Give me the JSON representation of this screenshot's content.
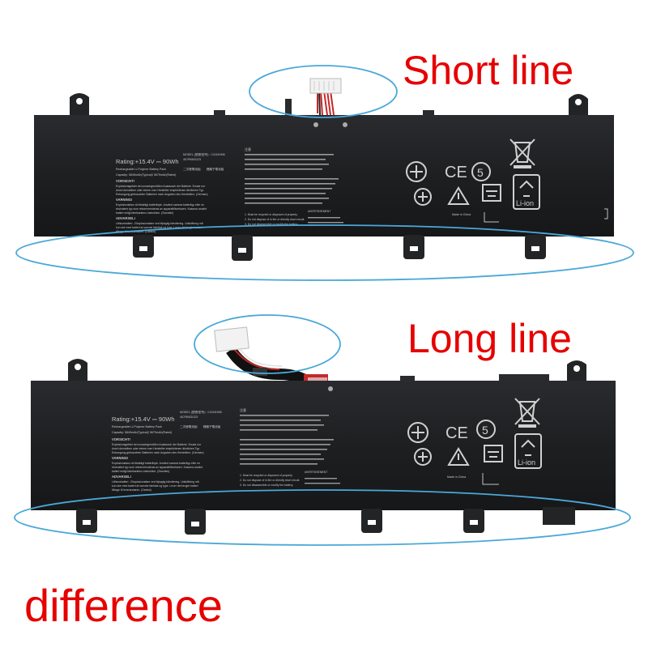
{
  "labels": {
    "short": "Short line",
    "long": "Long line",
    "difference": "difference"
  },
  "battery_top": {
    "rating": "Rating:+15.4V ⎓ 90Wh",
    "model": "MODEL (型號/型号) : C41N1906",
    "cell": "4ICP6/63/123",
    "type": "Rechargeable Li-Polymer Battery Pack",
    "capacity": "Capacity: 5845mAh(Typical)/ 5675mAh(Rated)",
    "cn_type": "二次鋰電池組　　鋰離子電池組",
    "warn1_title": "VORSICHT!",
    "warn1_l1": "Explosionsgefahr bei unsachgemäßen Austausch der Batterie. Ersatz nur",
    "warn1_l2": "durch denselben oder einem vom Hersteller empfohlenen ähnlichen Typ.",
    "warn1_l3": "Entsorgung gebrauchter Batterien nach Angaben des Herstellers. (German)",
    "warn2_title": "VARNING!",
    "warn2_l1": "Explosionsfara vid felaktigt batteribyte. Använd samma batterityp eller en",
    "warn2_l2": "ekvivalent typ som rekommenderas av apparattillverkaren. Kassera använt",
    "warn2_l3": "batteri enligt fabrikantens instruktion. (Swedish)",
    "warn3_title": "ADVARSEL!",
    "warn3_l1": "Lithiumbatteri - Eksplosionsfare ved fejlagtig håndtering. Udskiftning må",
    "warn3_l2": "kun ske med batteri af samme fabrikat og type. Lever det brugte batteri",
    "warn3_l3": "tilbage til leverandøren. (Danish)",
    "jp_title": "注意",
    "en_l1": "1. Must be recycled or disposed of properly.",
    "en_l2": "2. Do not dispose of in fire or directly short circuit.",
    "en_l3": "3. Do not disassemble or modify the battery.",
    "avert": "AVERTISSEMENT",
    "made_in": "Made in China",
    "ce": "CE",
    "li_ion": "Li-ion",
    "five": "5"
  },
  "colors": {
    "label_red": "#e60000",
    "battery_body": "#1f2022",
    "highlight_ellipse": "#4aa8d8",
    "cable_white": "#f2f2f2"
  }
}
